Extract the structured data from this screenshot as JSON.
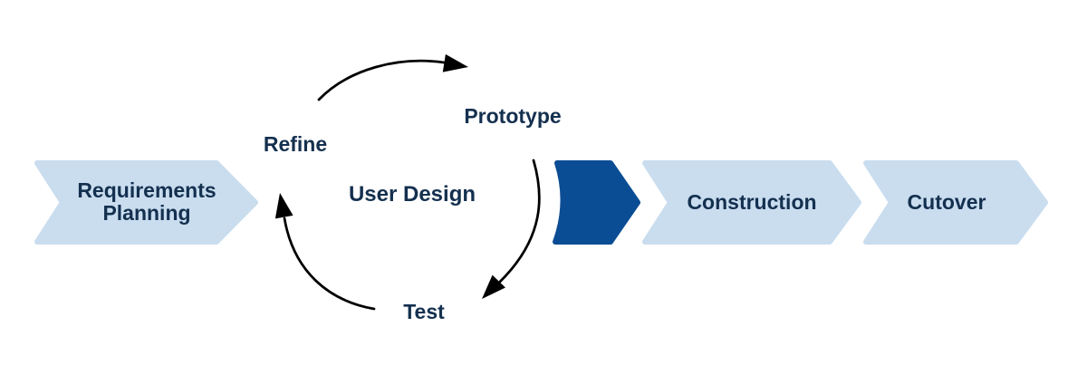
{
  "colors": {
    "background": "#ffffff",
    "stage_fill": "#c9ddef",
    "accent_fill": "#0b4d94",
    "label_text": "#14304f",
    "arc_stroke": "#000000"
  },
  "stages": [
    {
      "name": "Requirements Planning",
      "label_lines": [
        "Requirements",
        "Planning"
      ],
      "style": "light"
    },
    {
      "name": "User Design transition arrow",
      "label": "",
      "style": "accent"
    },
    {
      "name": "Construction",
      "label": "Construction",
      "style": "light"
    },
    {
      "name": "Cutover",
      "label": "Cutover",
      "style": "light"
    }
  ],
  "cycle": {
    "center_label": "User Design",
    "steps": [
      {
        "label": "Refine"
      },
      {
        "label": "Prototype"
      },
      {
        "label": "Test"
      }
    ]
  }
}
